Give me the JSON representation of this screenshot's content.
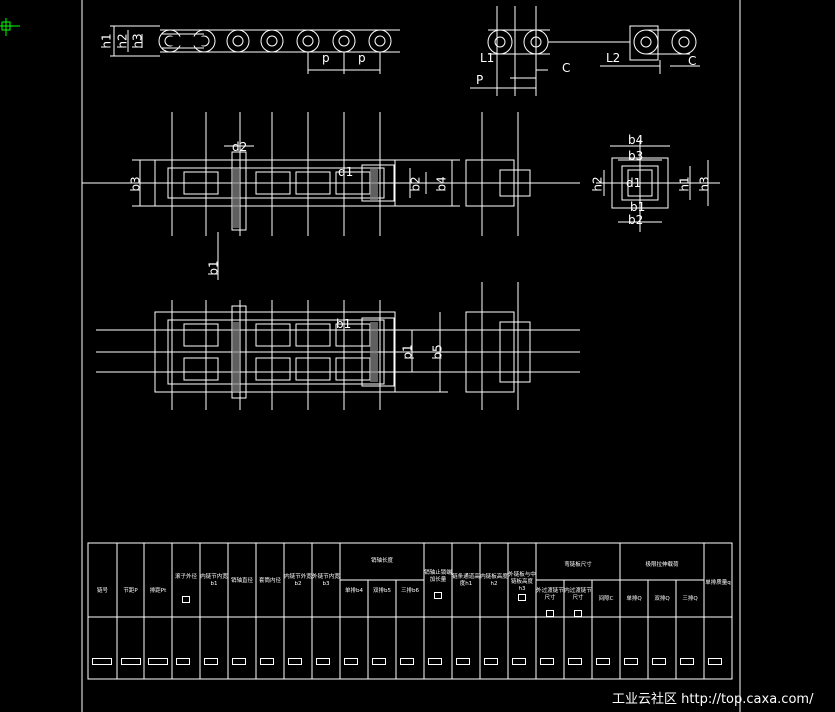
{
  "dims": {
    "h1": "h1",
    "h2": "h2",
    "h3": "h3",
    "p": "p",
    "L1": "L1",
    "P": "P",
    "C": "C",
    "L2": "L2",
    "d2": "d2",
    "d1": "d1",
    "b3": "b3",
    "b2": "b2",
    "b4": "b4",
    "b1": "b1",
    "p1": "p1",
    "b5": "b5"
  },
  "table": {
    "headers": [
      "链号",
      "节距P",
      "排距Pt",
      "滚子外径",
      "内链节内宽b1",
      "销轴直径",
      "套筒内径",
      "内链节外宽b2",
      "外链节内宽b3",
      "销轴长度",
      "单排b4",
      "双排b5",
      "三排b6",
      "销轴止锁端加长量",
      "链条通道高度h1",
      "内链板高度h2",
      "外链板与中链板高度h3",
      "弯链板尺寸",
      "外过渡链节尺寸",
      "内过渡链节尺寸",
      "间隙C",
      "极限拉伸载荷",
      "单排Q",
      "双排Q",
      "三排Q",
      "单排质量q"
    ]
  },
  "watermark": "工业云社区 http://top.caxa.com/"
}
